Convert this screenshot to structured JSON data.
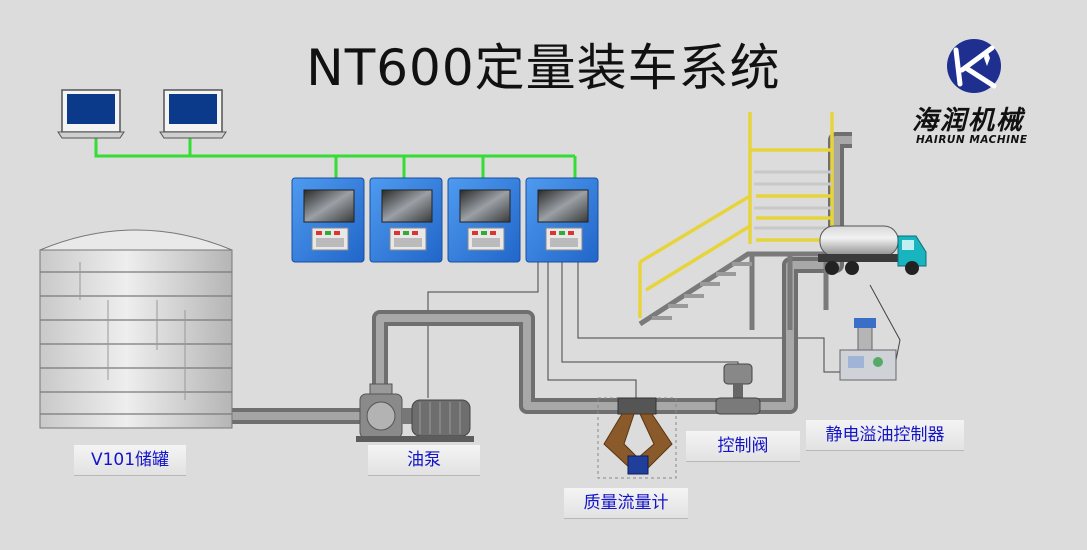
{
  "title": "NT600定量装车系统",
  "logo": {
    "cn": "海润机械",
    "en": "HAIRUN MACHINE",
    "icon": "hairun-logo"
  },
  "labels": {
    "tank": "V101储罐",
    "pump": "油泵",
    "flowmeter": "质量流量计",
    "valve": "控制阀",
    "static_controller": "静电溢油控制器"
  },
  "colors": {
    "background": "#dcdcdc",
    "network": "#33dd33",
    "controller_box": "#2f7fe0",
    "pipe": "#8f8f8f",
    "railing": "#e7d43a",
    "label_text": "#1414c8"
  }
}
